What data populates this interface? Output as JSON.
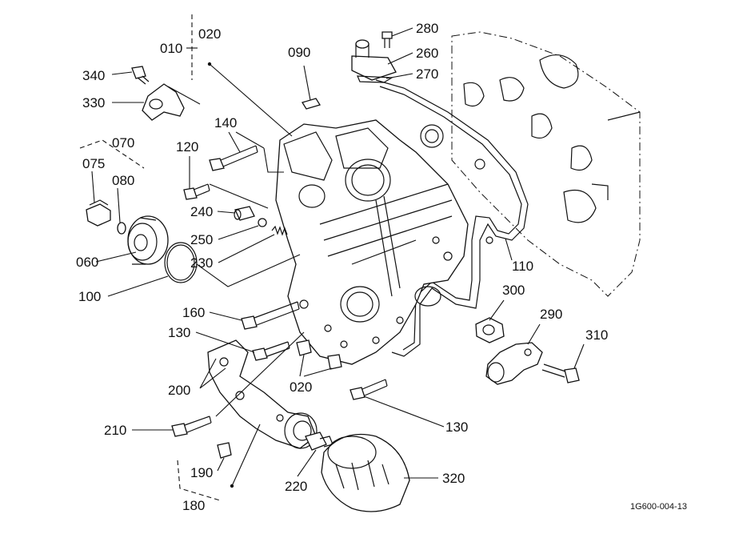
{
  "diagram": {
    "drawing_code": "1G600-004-13",
    "labels": {
      "p010": "010",
      "p020a": "020",
      "p020b": "020",
      "p060": "060",
      "p070": "070",
      "p075": "075",
      "p080": "080",
      "p090": "090",
      "p100": "100",
      "p110": "110",
      "p120": "120",
      "p130a": "130",
      "p130b": "130",
      "p140": "140",
      "p160": "160",
      "p180": "180",
      "p190": "190",
      "p200": "200",
      "p210": "210",
      "p220": "220",
      "p230": "230",
      "p240": "240",
      "p250": "250",
      "p260": "260",
      "p270": "270",
      "p280": "280",
      "p290": "290",
      "p300": "300",
      "p310": "310",
      "p320": "320",
      "p330": "330",
      "p340": "340"
    }
  }
}
